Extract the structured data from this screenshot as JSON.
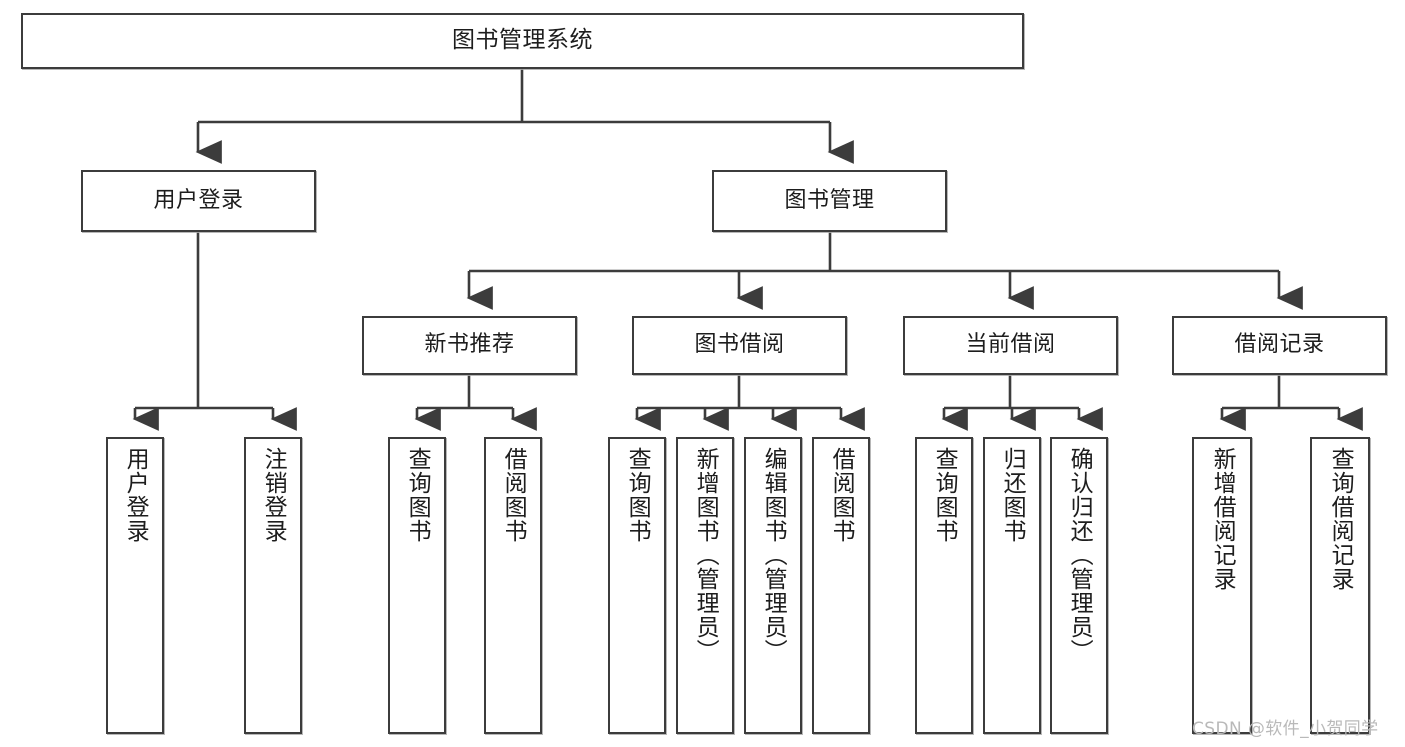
{
  "diagram": {
    "title": "图书管理系统",
    "type": "tree-hierarchy-chart",
    "line_color": "#3c3c3c",
    "box_fill": "#ffffff",
    "text_color": "#1d1d1d",
    "watermark": "CSDN @软件_小贺同学"
  },
  "nodes": {
    "root": {
      "label": "图书管理系统"
    },
    "level2": [
      {
        "label": "用户登录"
      },
      {
        "label": "图书管理"
      }
    ],
    "level3": [
      {
        "label": "新书推荐"
      },
      {
        "label": "图书借阅"
      },
      {
        "label": "当前借阅"
      },
      {
        "label": "借阅记录"
      }
    ],
    "leaves": {
      "user_login": [
        {
          "label": "用户登录"
        },
        {
          "label": "注销登录"
        }
      ],
      "new_book": [
        {
          "label": "查询图书"
        },
        {
          "label": "借阅图书"
        }
      ],
      "book_borrow": [
        {
          "label": "查询图书"
        },
        {
          "label": "新增图书（管理员）"
        },
        {
          "label": "编辑图书（管理员）"
        },
        {
          "label": "借阅图书"
        }
      ],
      "current_borrow": [
        {
          "label": "查询图书"
        },
        {
          "label": "归还图书"
        },
        {
          "label": "确认归还（管理员）"
        }
      ],
      "borrow_record": [
        {
          "label": "新增借阅记录"
        },
        {
          "label": "查询借阅记录"
        }
      ]
    }
  }
}
